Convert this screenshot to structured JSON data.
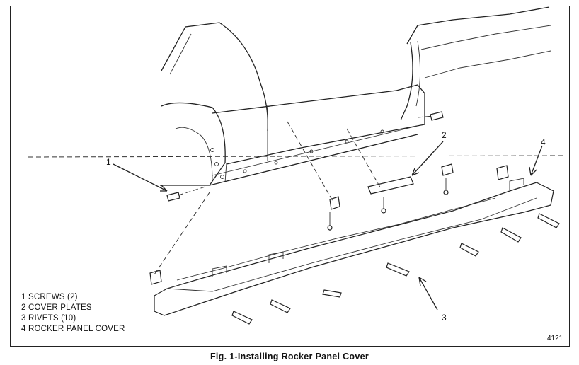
{
  "legend": {
    "items": [
      "1 SCREWS (2)",
      "2 COVER PLATES",
      "3 RIVETS (10)",
      "4 ROCKER PANEL COVER"
    ]
  },
  "callouts": [
    "1",
    "2",
    "3",
    "4"
  ],
  "figure_number": "4121",
  "caption": "Fig. 1-Installing Rocker Panel Cover"
}
